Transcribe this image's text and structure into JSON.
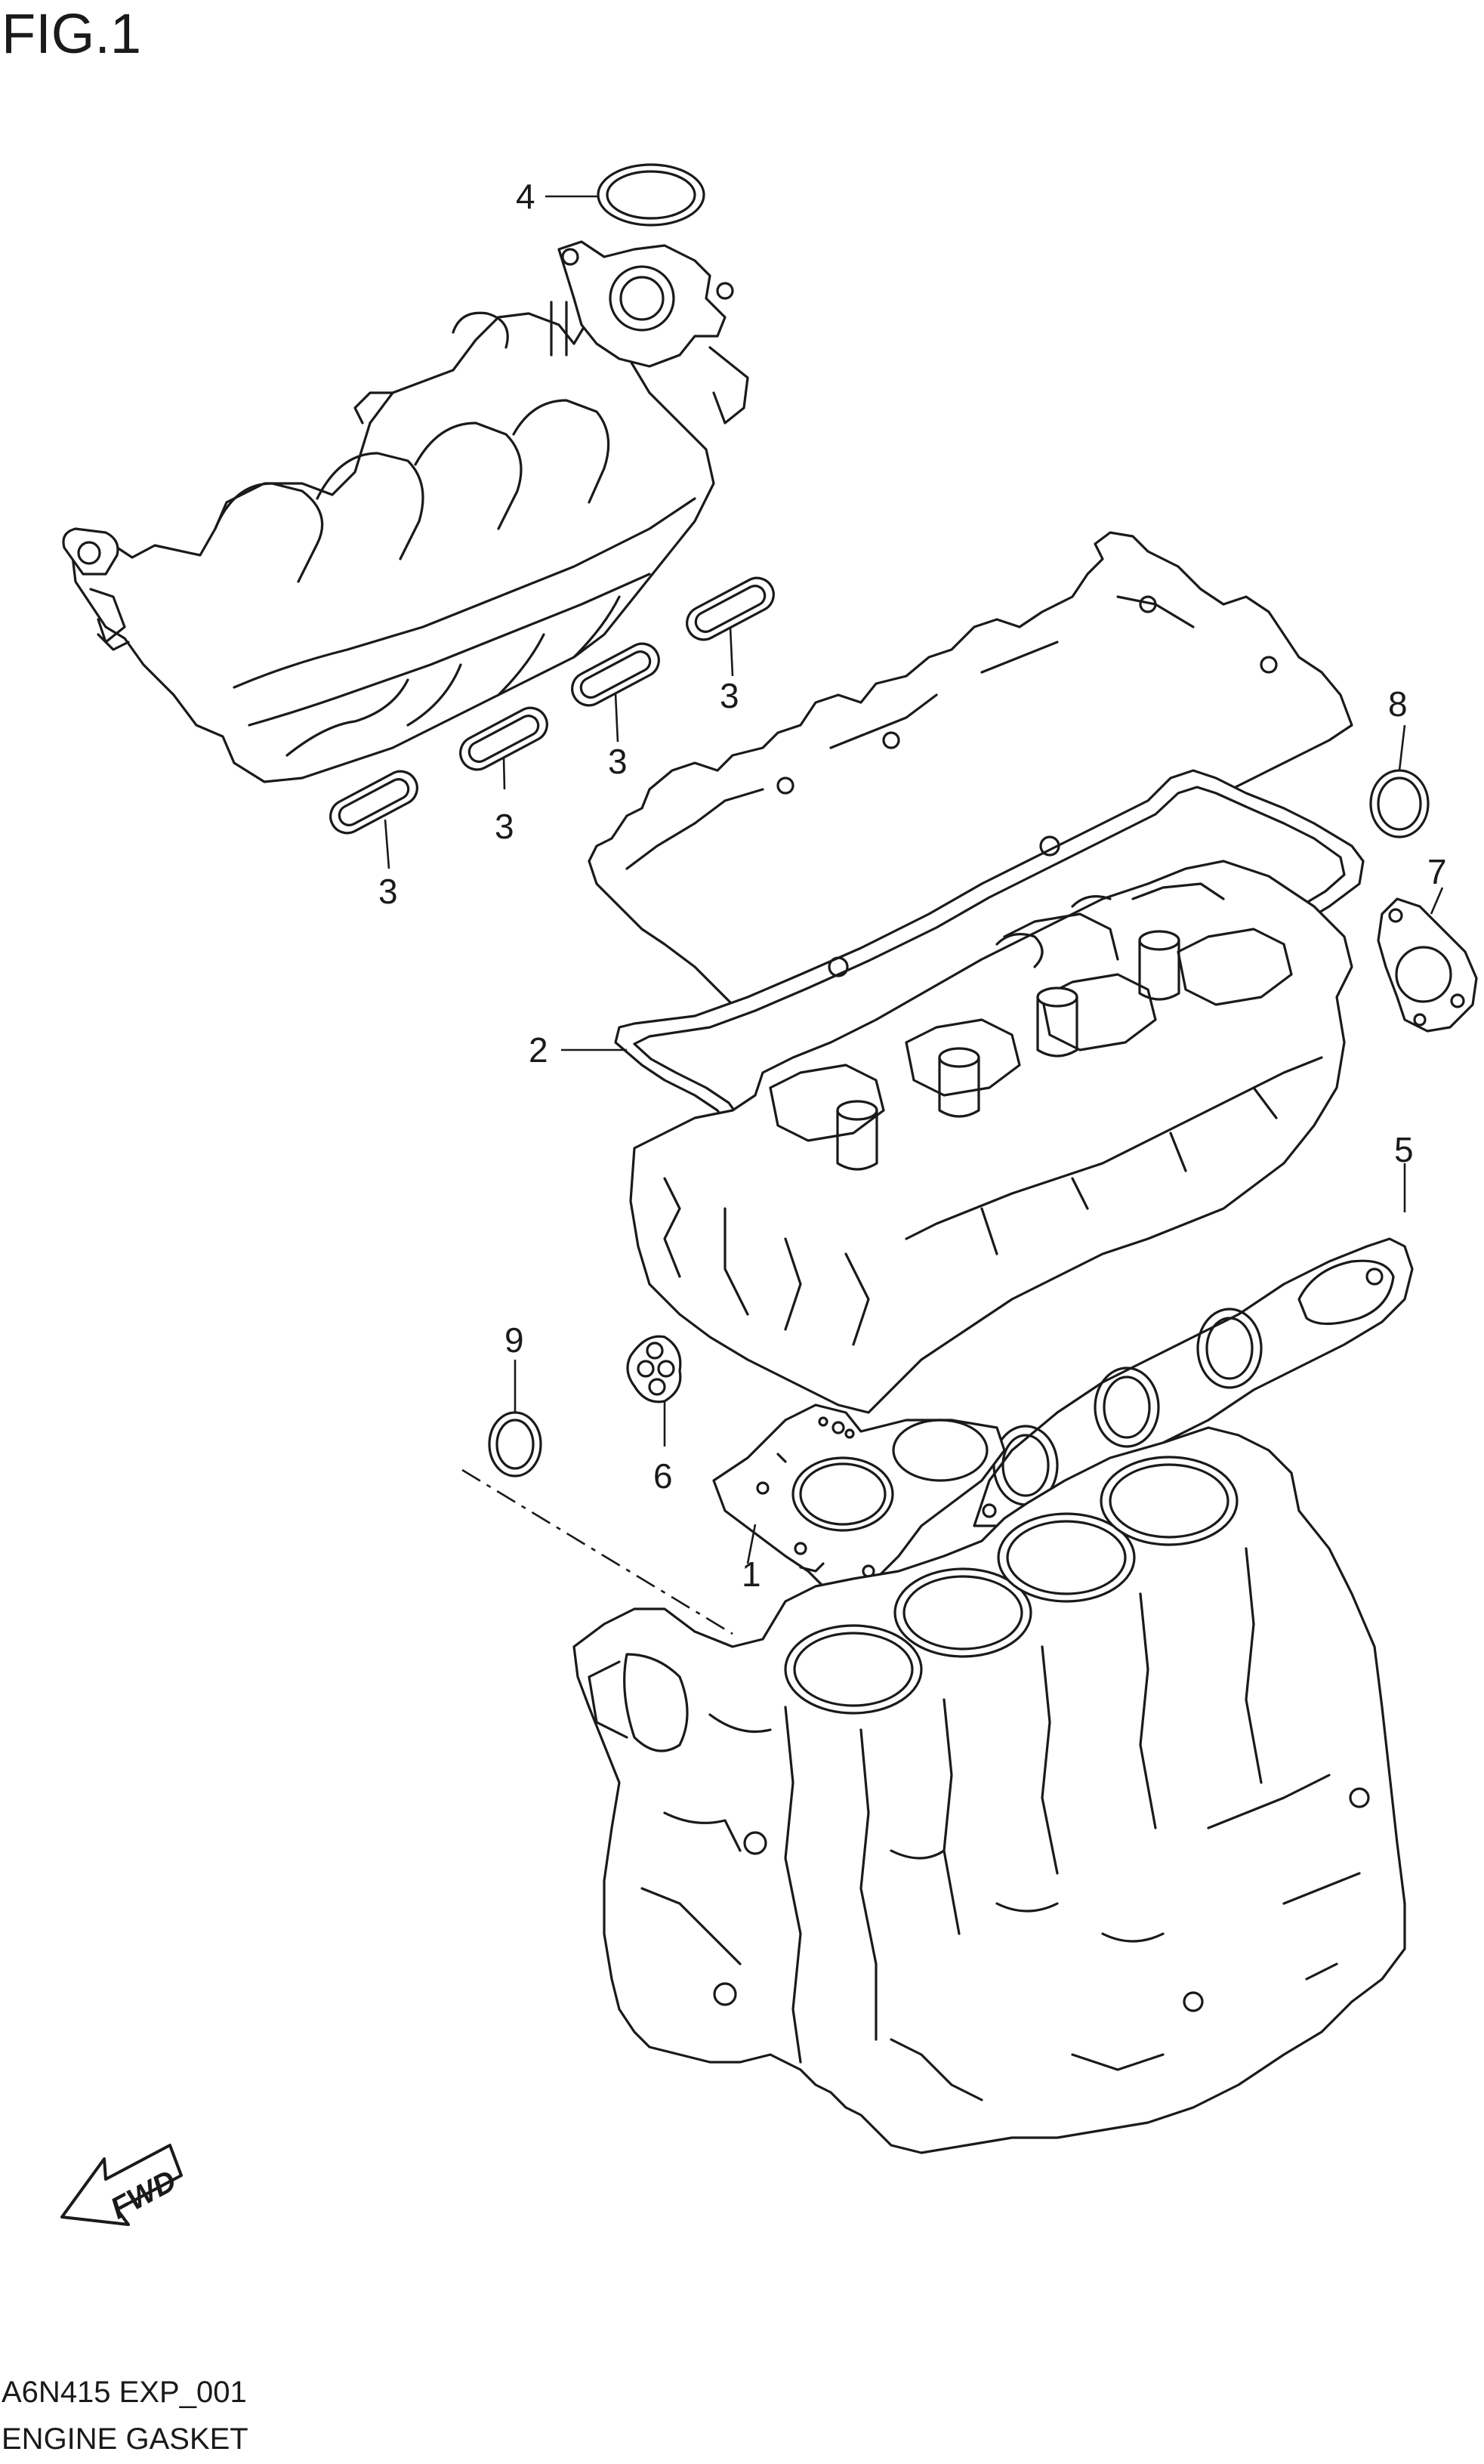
{
  "figure": {
    "title": "FIG.1"
  },
  "callouts": [
    {
      "id": "part-1",
      "label": "1"
    },
    {
      "id": "part-2",
      "label": "2"
    },
    {
      "id": "part-3a",
      "label": "3"
    },
    {
      "id": "part-3b",
      "label": "3"
    },
    {
      "id": "part-3c",
      "label": "3"
    },
    {
      "id": "part-3d",
      "label": "3"
    },
    {
      "id": "part-4",
      "label": "4"
    },
    {
      "id": "part-5",
      "label": "5"
    },
    {
      "id": "part-6",
      "label": "6"
    },
    {
      "id": "part-7",
      "label": "7"
    },
    {
      "id": "part-8",
      "label": "8"
    },
    {
      "id": "part-9",
      "label": "9"
    }
  ],
  "fwd_badge": {
    "label": "FWD"
  },
  "footer": {
    "code": "A6N415 EXP_001",
    "caption": "ENGINE GASKET"
  }
}
